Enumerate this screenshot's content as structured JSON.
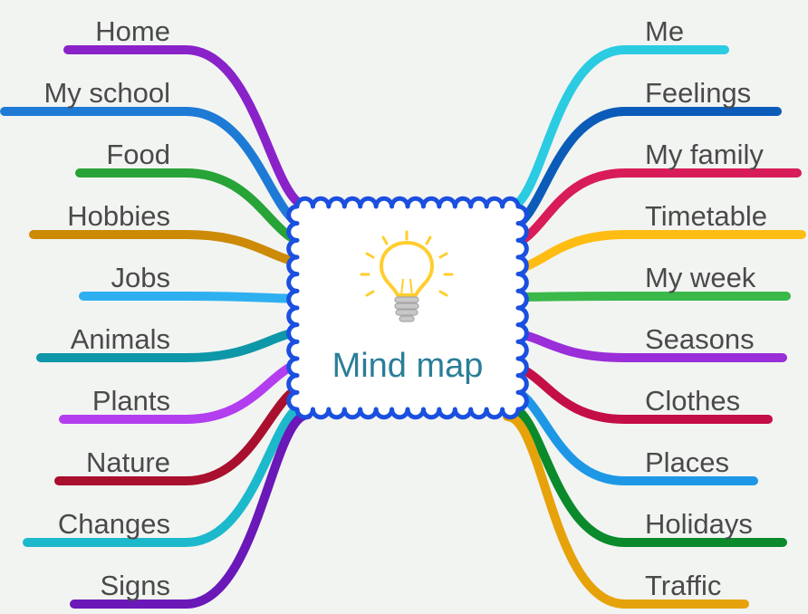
{
  "title": "Mind map",
  "center_icon": "lightbulb-icon",
  "colors": {
    "background": "#f2f4f2",
    "center_border": "#1a4fe0",
    "title": "#2a7e98",
    "label": "#4a4a4a",
    "bulb": "#ffce2e"
  },
  "left_topics": [
    {
      "label": "Home",
      "color": "#8a22c9"
    },
    {
      "label": "My school",
      "color": "#1d7bd6"
    },
    {
      "label": "Food",
      "color": "#27a338"
    },
    {
      "label": "Hobbies",
      "color": "#cc8a06"
    },
    {
      "label": "Jobs",
      "color": "#2eb0f0"
    },
    {
      "label": "Animals",
      "color": "#0e97a8"
    },
    {
      "label": "Plants",
      "color": "#b23ef0"
    },
    {
      "label": "Nature",
      "color": "#a8102e"
    },
    {
      "label": "Changes",
      "color": "#1cb9cc"
    },
    {
      "label": "Signs",
      "color": "#6a18b8"
    }
  ],
  "right_topics": [
    {
      "label": "Me",
      "color": "#2bcbe2"
    },
    {
      "label": "Feelings",
      "color": "#0b5cb8"
    },
    {
      "label": "My family",
      "color": "#d81c58"
    },
    {
      "label": "Timetable",
      "color": "#ffbd14"
    },
    {
      "label": "My week",
      "color": "#3ab84a"
    },
    {
      "label": "Seasons",
      "color": "#9a2ed8"
    },
    {
      "label": "Clothes",
      "color": "#c40e46"
    },
    {
      "label": "Places",
      "color": "#1e98e6"
    },
    {
      "label": "Holidays",
      "color": "#0a8a2a"
    },
    {
      "label": "Traffic",
      "color": "#e6a20a"
    }
  ]
}
